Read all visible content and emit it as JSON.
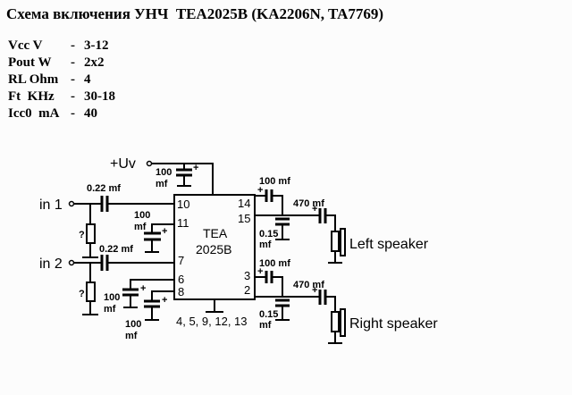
{
  "title": "Схема включения УНЧ  TEA2025B (KA2206N, TA7769)",
  "params": [
    {
      "key": "Vcc V",
      "dash": "-",
      "value": "3-12"
    },
    {
      "key": "Pout W",
      "dash": "-",
      "value": "2x2"
    },
    {
      "key": "RL Ohm",
      "dash": "-",
      "value": "4"
    },
    {
      "key": "Ft  KHz",
      "dash": "-",
      "value": "30-18"
    },
    {
      "key": "Icc0  mA",
      "dash": "-",
      "value": "40"
    }
  ],
  "schematic": {
    "supply_label": "+Uv",
    "inputs": [
      "in 1",
      "in 2"
    ],
    "input_caps": [
      "0.22 mf",
      "0.22 mf"
    ],
    "input_resistors": [
      "?",
      "?"
    ],
    "chip": {
      "line1": "TEA",
      "line2": "2025B"
    },
    "pins": {
      "p10": "10",
      "p11": "11",
      "p7": "7",
      "p6": "6",
      "p8": "8",
      "p14": "14",
      "p15": "15",
      "p3": "3",
      "p2": "2"
    },
    "ground_pins": "4, 5, 9, 12, 13",
    "cap_100_value": "100",
    "cap_unit": "mf",
    "bootstrap_caps": [
      "100 mf",
      "100 mf"
    ],
    "output_caps": [
      "470 mf",
      "470 mf"
    ],
    "snubber_value": "0.15",
    "plus_sign": "+",
    "speakers": [
      "Left  speaker",
      "Right speaker"
    ]
  }
}
